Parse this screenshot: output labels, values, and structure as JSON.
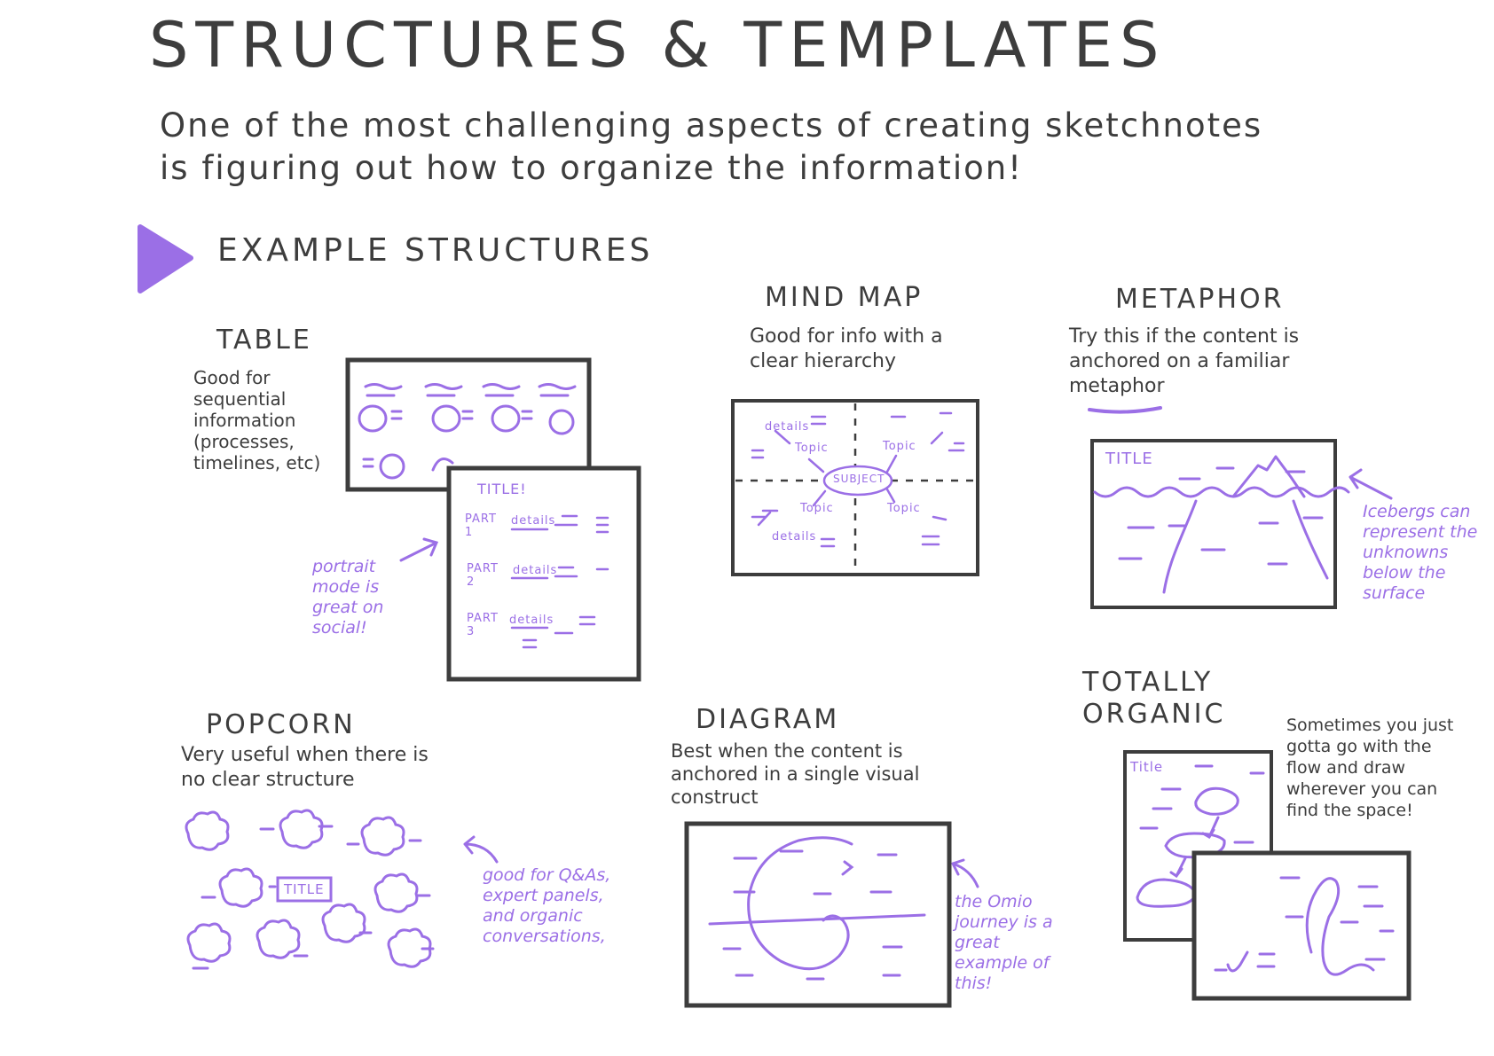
{
  "title": "STRUCTURES & TEMPLATES",
  "intro": "One of the most challenging aspects of creating sketchnotes is figuring out how to organize the information!",
  "section_heading": "EXAMPLE STRUCTURES",
  "colors": {
    "ink": "#3d3d3d",
    "accent": "#9b6fe6",
    "background": "#ffffff"
  },
  "icons": {
    "section_marker": "play-triangle-icon"
  },
  "structures": {
    "table": {
      "title": "TABLE",
      "description": "Good for sequential information (processes, timelines, etc)",
      "note": "portrait mode is great on social!",
      "portrait_title": "TITLE!",
      "part1": "PART 1",
      "part2": "PART 2",
      "part3": "PART 3",
      "details": "details"
    },
    "mind_map": {
      "title": "MIND MAP",
      "description": "Good for info with a clear hierarchy",
      "subject": "SUBJECT",
      "topic": "Topic",
      "details": "details"
    },
    "metaphor": {
      "title": "METAPHOR",
      "description": "Try this if the content is anchored on a familiar metaphor",
      "inner_title": "TITLE",
      "note": "Icebergs can represent the unknowns below the surface"
    },
    "popcorn": {
      "title": "POPCORN",
      "description": "Very useful when there is no clear structure",
      "inner_title": "TITLE",
      "note": "good for Q&As, expert panels, and organic conversations,"
    },
    "diagram": {
      "title": "DIAGRAM",
      "description": "Best when the content is anchored in a single visual construct",
      "note": "the Omio journey is a great example of this!"
    },
    "organic": {
      "title": "TOTALLY ORGANIC",
      "inner_title": "Title",
      "note": "Sometimes you just gotta go with the flow and draw wherever you can find the space!"
    }
  }
}
